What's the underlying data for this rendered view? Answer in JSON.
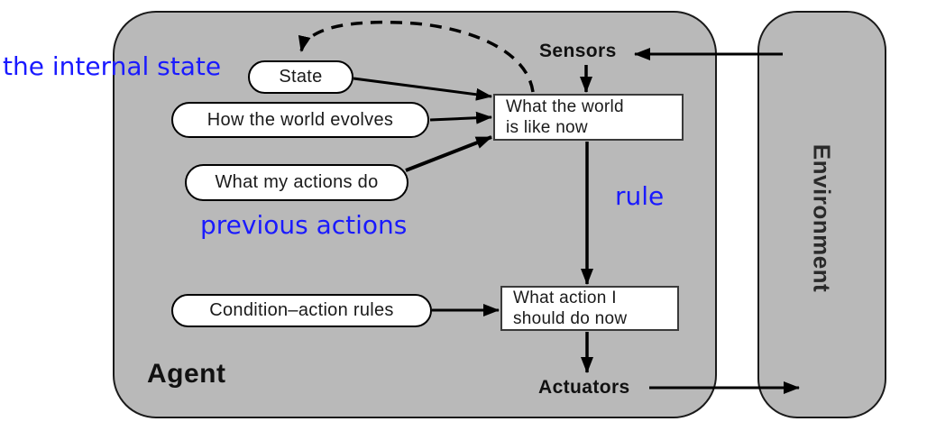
{
  "agent": {
    "label": "Agent"
  },
  "environment": {
    "label": "Environment"
  },
  "io": {
    "sensors": "Sensors",
    "actuators": "Actuators"
  },
  "ovals": {
    "state": "State",
    "how_world_evolves": "How the world evolves",
    "what_my_actions_do": "What my actions do",
    "condition_action_rules": "Condition–action rules"
  },
  "boxes": {
    "world_state": {
      "line1": "What the world",
      "line2": "is like now"
    },
    "action_choice": {
      "line1": "What action I",
      "line2": "should do now"
    }
  },
  "annotations": {
    "internal_state": "the internal state",
    "previous_actions": "previous actions",
    "rule": "rule"
  },
  "colors": {
    "panel_gray": "#b9b9b9",
    "annotation_blue": "#1a1aff",
    "line_black": "#000000",
    "node_fill": "#ffffff"
  }
}
